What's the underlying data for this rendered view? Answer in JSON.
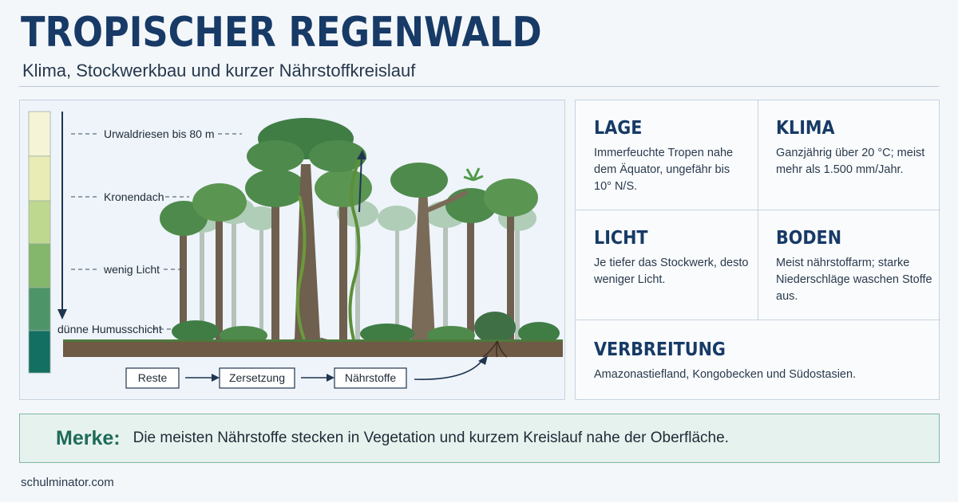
{
  "header": {
    "title": "TROPISCHER REGENWALD",
    "subtitle": "Klima, Stockwerkbau und kurzer Nährstoffkreislauf"
  },
  "diagram": {
    "layers": [
      {
        "label": "Urwaldriesen bis 80 m"
      },
      {
        "label": "Kronendach"
      },
      {
        "label": "wenig Licht"
      },
      {
        "label": "dünne Humusschicht"
      }
    ],
    "gradient_colors": [
      "#f6f4d6",
      "#e9edb5",
      "#bfd890",
      "#84b66c",
      "#4e9469",
      "#136f62"
    ],
    "cycle_steps": [
      "Reste",
      "Zersetzung",
      "Nährstoffe"
    ]
  },
  "info": {
    "lage": {
      "title": "LAGE",
      "text": "Immerfeuchte Tropen nahe dem Äquator, ungefähr bis 10° N/S."
    },
    "klima": {
      "title": "KLIMA",
      "text": "Ganzjährig über 20 °C; meist mehr als 1.500 mm/Jahr."
    },
    "licht": {
      "title": "LICHT",
      "text": "Je tiefer das Stockwerk, desto weniger Licht."
    },
    "boden": {
      "title": "BODEN",
      "text": "Meist nährstoffarm; starke Niederschläge waschen Stoffe aus."
    },
    "verbreitung": {
      "title": "VERBREITUNG",
      "text": "Amazonastiefland, Kongobecken und Südostasien."
    }
  },
  "merke": {
    "label": "Merke:",
    "text": "Die meisten Nährstoffe stecken in Vegetation und kurzem Kreislauf nahe der Oberfläche."
  },
  "footer": {
    "source": "schulminator.com"
  },
  "colors": {
    "title": "#173a66",
    "accent_green": "#1f6a5a",
    "foliage": "#4e8a4c",
    "soil": "#6e5a45"
  }
}
